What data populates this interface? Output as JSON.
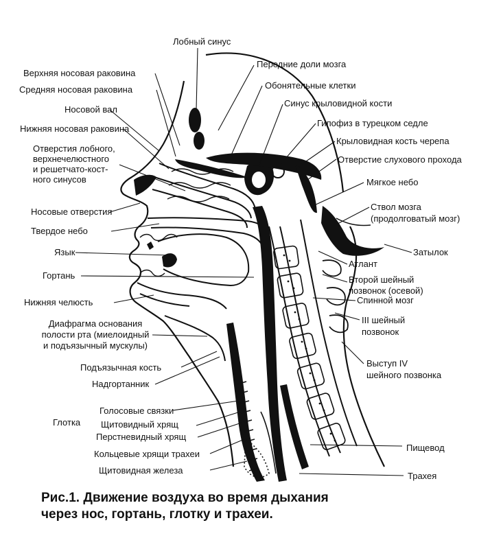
{
  "labels": {
    "frontal_sinus": "Лобный синус",
    "anterior_brain_lobes": "Передние доли мозга",
    "superior_nasal_concha": "Верхняя носовая раковина",
    "middle_nasal_concha": "Средняя носовая раковина",
    "olfactory_cells": "Обонятельные клетки",
    "nasal_ridge": "Носовой вал",
    "sphenoid_sinus": "Синус крыловидной кости",
    "inferior_nasal_concha": "Нижняя носовая раковина",
    "pituitary": "Гипофиз в турецком седле",
    "sinus_openings": "Отверстия лобного,\nверхнечелюстного\nи решетчато-кост-\nного синусов",
    "sphenoid_bone": "Крыловидная кость черепа",
    "auditory_opening": "Отверстие слухового прохода",
    "soft_palate": "Мягкое небо",
    "nostrils": "Носовые отверстия",
    "brain_stem": "Ствол мозга\n(продолговатый мозг)",
    "hard_palate": "Твердое небо",
    "tongue": "Язык",
    "occiput": "Затылок",
    "atlas": "Атлант",
    "larynx": "Гортань",
    "axis_vertebra": "Второй шейный\nпозвонок (осевой)",
    "spinal_cord": "Спинной мозг",
    "lower_jaw": "Нижняя челюсть",
    "third_vertebra": "III шейный\nпозвонок",
    "oral_diaphragm": "Диафрагма основания\nполости рта (миелоидный\nи подъязычный мускулы)",
    "fourth_process": "Выступ IV\nшейного позвонка",
    "hyoid_bone": "Подъязычная кость",
    "epiglottis": "Надгортанник",
    "vocal_cords": "Голосовые связки",
    "pharynx": "Глотка",
    "thyroid_cartilage": "Щитовидный хрящ",
    "cricoid_cartilage": "Перстневидный хрящ",
    "esophagus": "Пищевод",
    "tracheal_rings": "Кольцевые хрящи трахеи",
    "thyroid_gland": "Щитовидная железа",
    "trachea": "Трахея"
  },
  "caption": {
    "line1": "Рис.1. Движение воздуха во время дыхания",
    "line2": "через нос, гортань, глотку и трахеи."
  }
}
